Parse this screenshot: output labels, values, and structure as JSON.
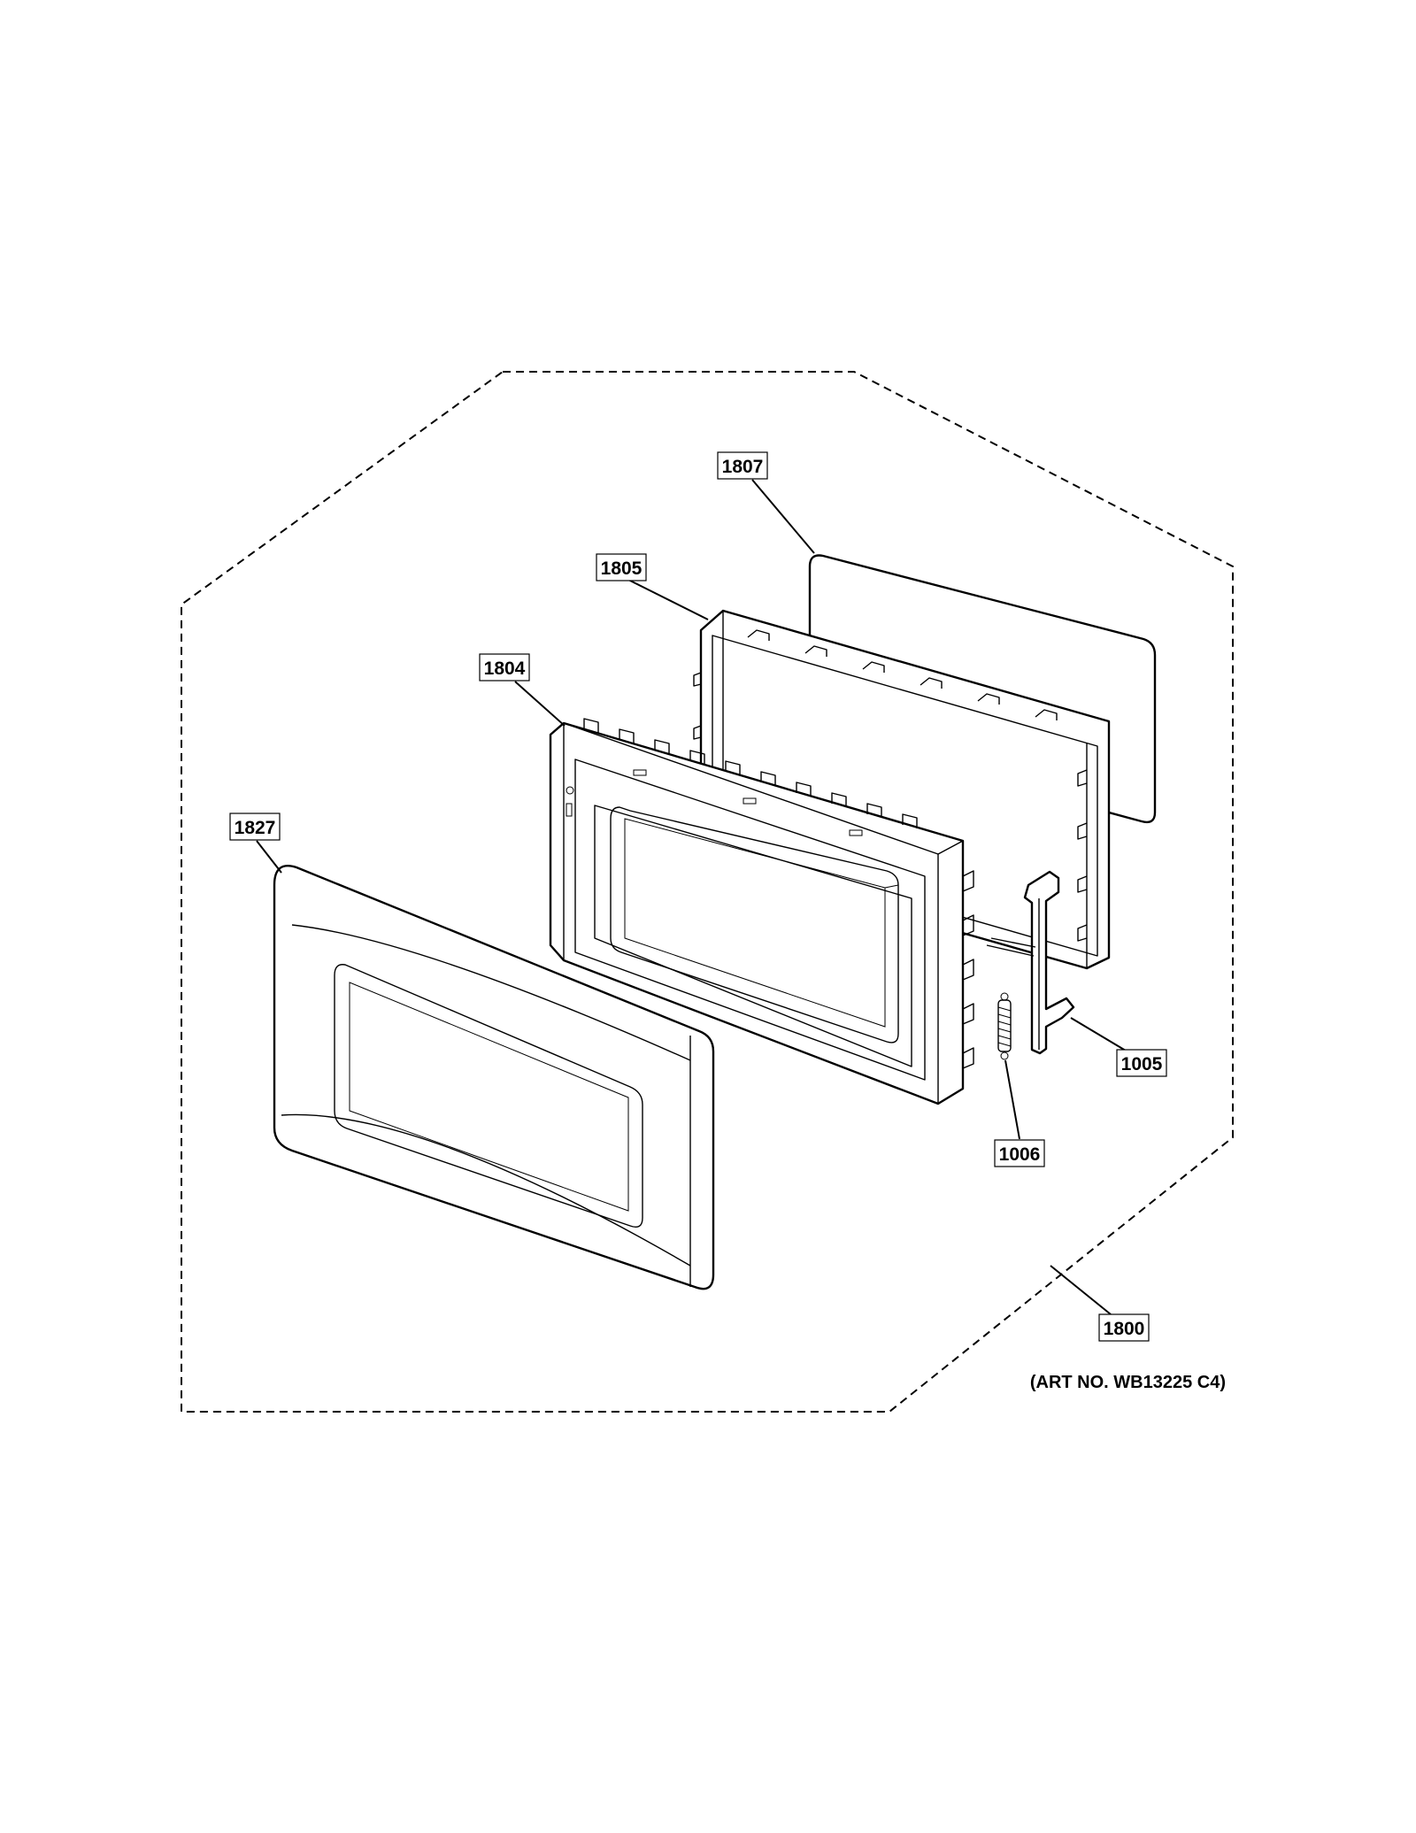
{
  "callouts": {
    "door_assembly": "1800",
    "choke_cover": "1807",
    "door_inner": "1805",
    "door_frame": "1804",
    "door_outer_panel": "1827",
    "latch": "1005",
    "spring": "1006"
  },
  "art_number": "(ART NO. WB13225 C4)"
}
